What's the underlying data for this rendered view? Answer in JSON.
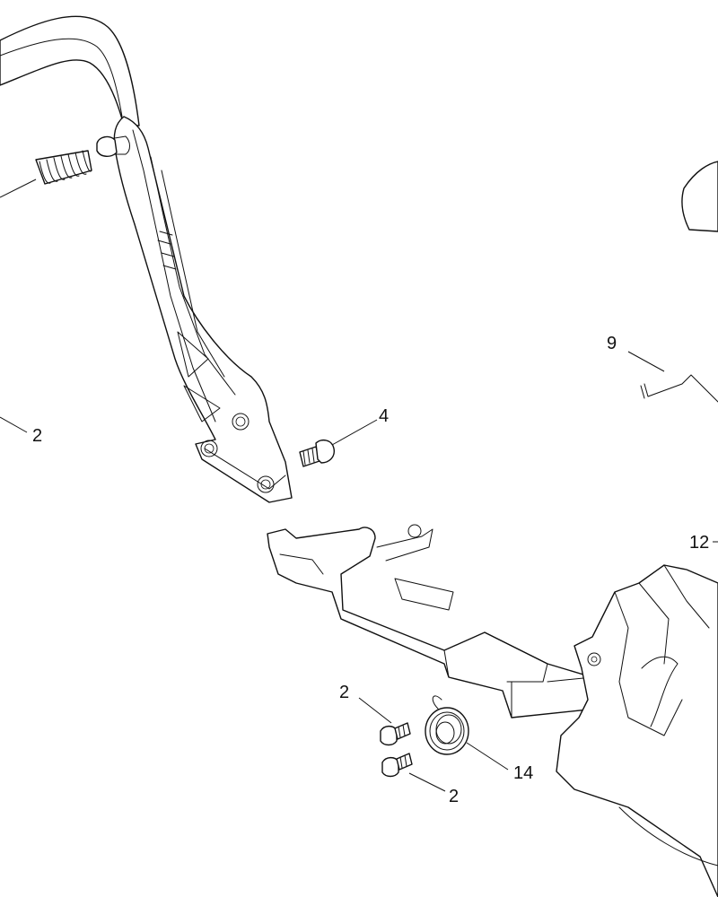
{
  "diagram": {
    "callouts": [
      {
        "id": "c-2-left",
        "label": "2"
      },
      {
        "id": "c-4",
        "label": "4"
      },
      {
        "id": "c-9",
        "label": "9"
      },
      {
        "id": "c-12",
        "label": "12"
      },
      {
        "id": "c-2-upper",
        "label": "2"
      },
      {
        "id": "c-14",
        "label": "14"
      },
      {
        "id": "c-2-lower",
        "label": "2"
      }
    ],
    "colors": {
      "line": "#111111",
      "background": "#ffffff"
    }
  }
}
